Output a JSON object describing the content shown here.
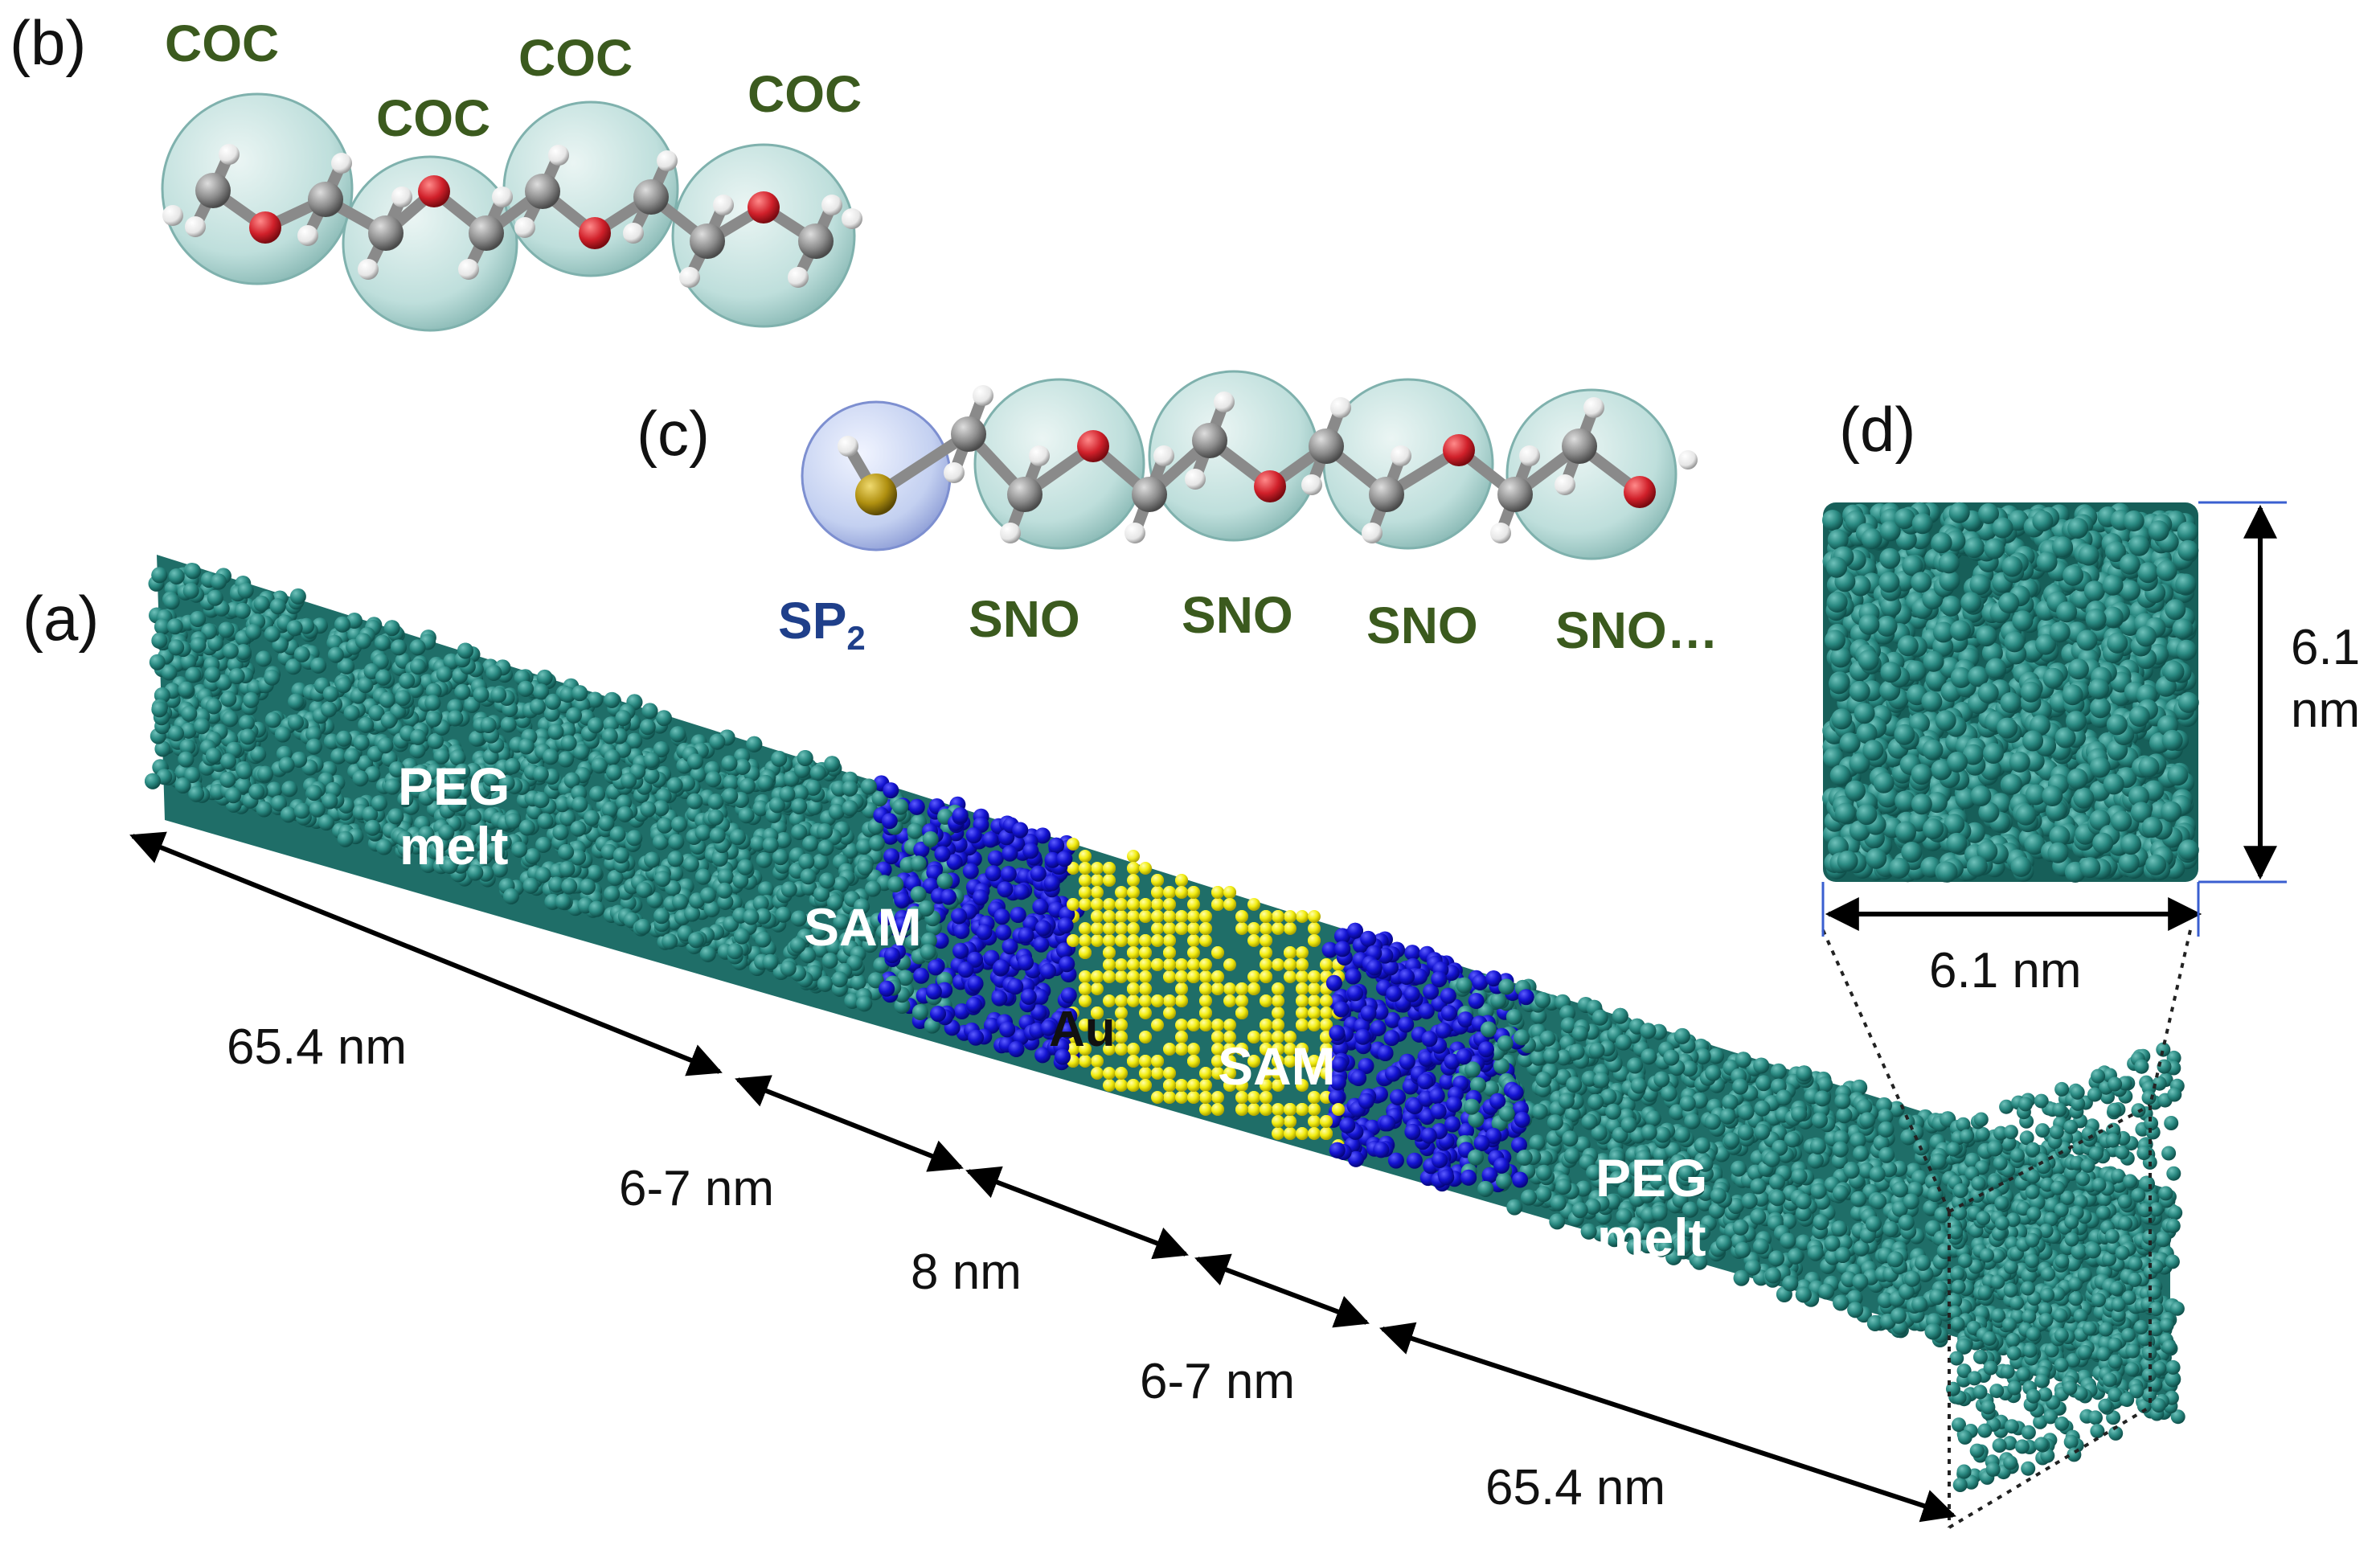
{
  "panels": {
    "a": "(a)",
    "b": "(b)",
    "c": "(c)",
    "d": "(d)"
  },
  "peg_chain": {
    "bead_label": "COC",
    "labels": [
      "COC",
      "COC",
      "COC",
      "COC"
    ]
  },
  "sam_chain": {
    "head_label_main": "SP",
    "head_label_sub": "2",
    "labels": [
      "SNO",
      "SNO",
      "SNO",
      "SNO…"
    ]
  },
  "system": {
    "peg_left": [
      "PEG",
      "melt"
    ],
    "peg_right": [
      "PEG",
      "melt"
    ],
    "sam_left": "SAM",
    "sam_right": "SAM",
    "gold": "Au"
  },
  "dimensions": {
    "peg_left_length": "65.4 nm",
    "sam_left_length": "6-7 nm",
    "gold_length": "8 nm",
    "sam_right_length": "6-7 nm",
    "peg_right_length": "65.4 nm",
    "cross_width": "6.1 nm",
    "cross_height": [
      "6.1",
      "nm"
    ]
  },
  "colors": {
    "peg_bead": "#2a8a82",
    "sam_bead": "#1414d2",
    "gold_bead": "#f2ec10",
    "coarse_sphere": "#a9d4d0",
    "sp2_sphere": "#b9c8ee",
    "carbon": "#8c8c8c",
    "oxygen": "#d0202a",
    "hydrogen": "#e6e6e6",
    "sulfur": "#b09010"
  },
  "icons": [
    "arrow-icon",
    "dotted-projection-icon"
  ]
}
